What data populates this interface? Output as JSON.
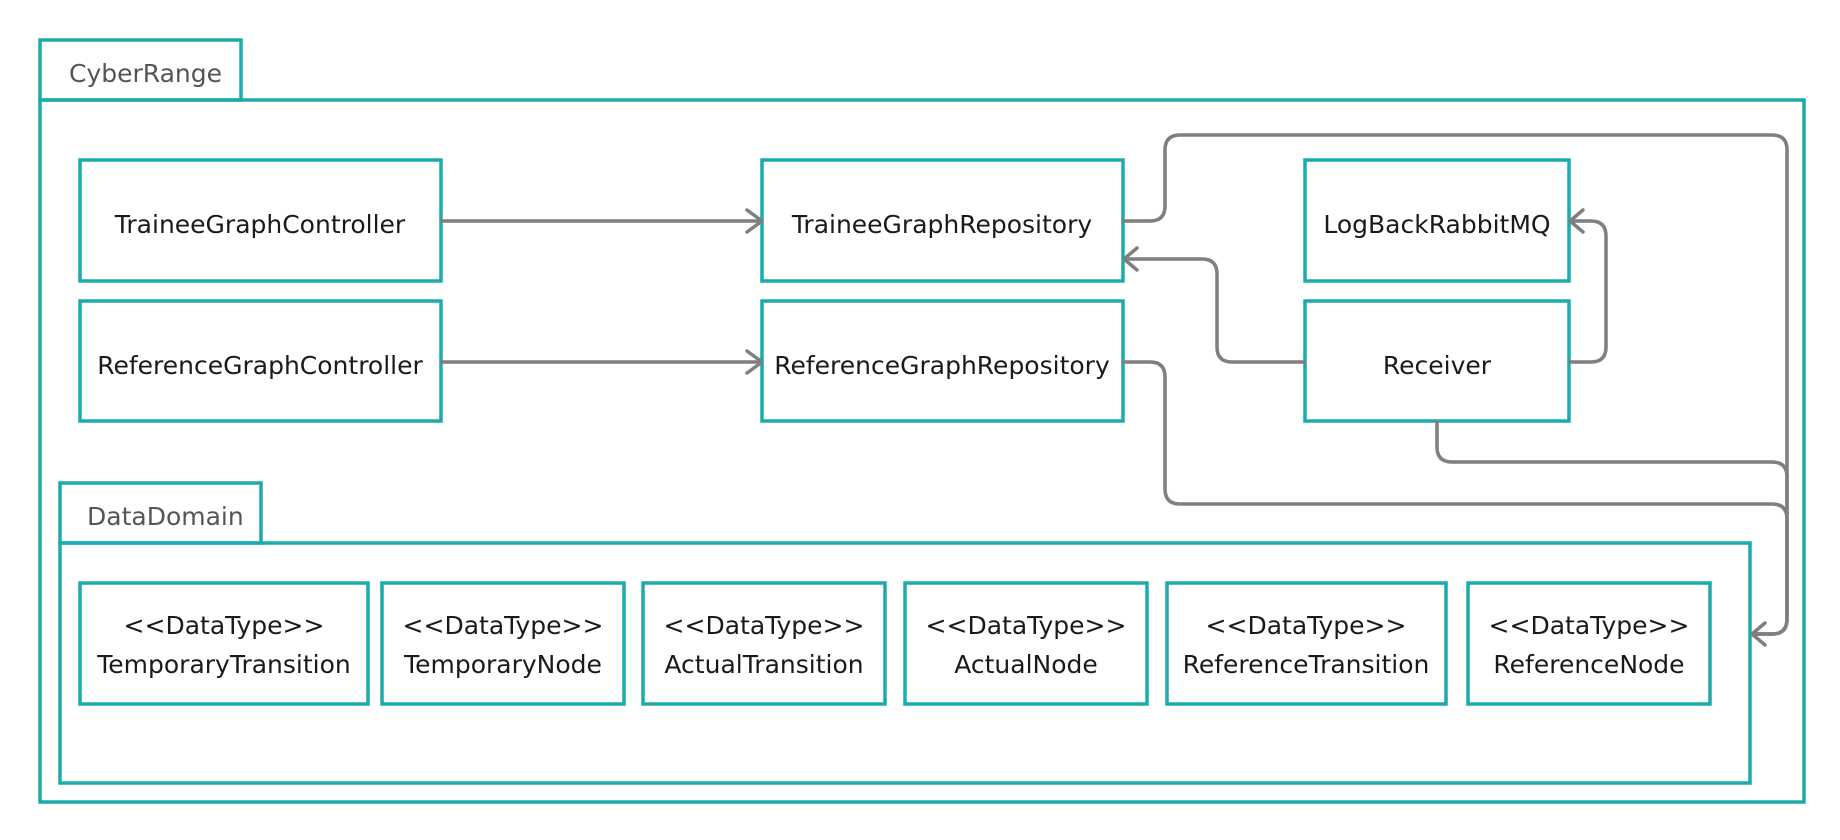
{
  "packages": {
    "cyberrange": "CyberRange",
    "datadomain": "DataDomain"
  },
  "classes": {
    "trainee_controller": "TraineeGraphController",
    "reference_controller": "ReferenceGraphController",
    "trainee_repository": "TraineeGraphRepository",
    "reference_repository": "ReferenceGraphRepository",
    "logback": "LogBackRabbitMQ",
    "receiver": "Receiver"
  },
  "datatypes": {
    "stereotype": "<<DataType>>",
    "items": [
      "TemporaryTransition",
      "TemporaryNode",
      "ActualTransition",
      "ActualNode",
      "ReferenceTransition",
      "ReferenceNode"
    ]
  },
  "colors": {
    "frame": "#1aabaa",
    "connector": "#7f7f7f"
  }
}
